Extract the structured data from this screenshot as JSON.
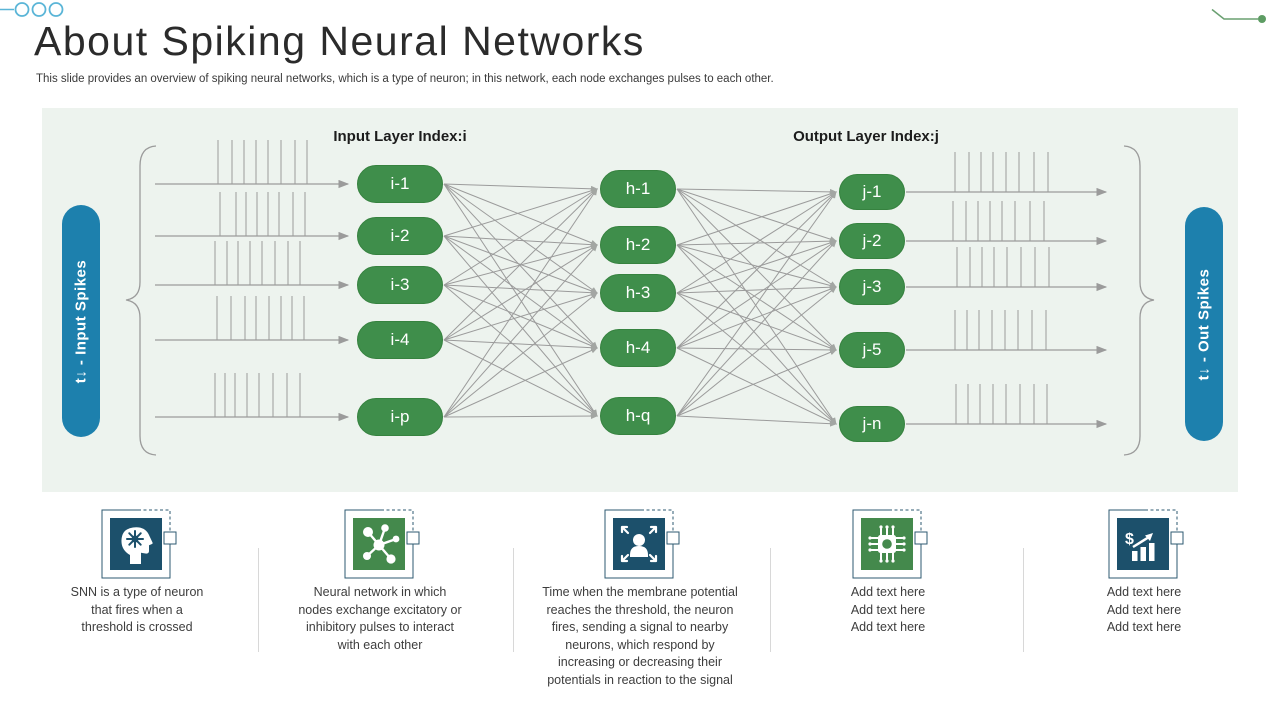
{
  "slide": {
    "title": "About Spiking Neural Networks",
    "subtitle": "This slide provides an overview of spiking neural networks, which is a type of neuron; in this network, each node exchanges pulses to each other."
  },
  "diagram": {
    "input_header": "Input Layer Index:i",
    "output_header": "Output Layer Index:j",
    "left_label": "t↓ - Input Spikes",
    "right_label": "t↓ - Out Spikes",
    "input_nodes": [
      "i-1",
      "i-2",
      "i-3",
      "i-4",
      "i-p"
    ],
    "hidden_nodes": [
      "h-1",
      "h-2",
      "h-3",
      "h-4",
      "h-q"
    ],
    "output_nodes": [
      "j-1",
      "j-2",
      "j-3",
      "j-5",
      "j-n"
    ],
    "input_spikes": [
      [
        218,
        232,
        244,
        256,
        268,
        281,
        295,
        307
      ],
      [
        220,
        236,
        246,
        257,
        268,
        279,
        293,
        305
      ],
      [
        215,
        227,
        238,
        250,
        262,
        275,
        288,
        300
      ],
      [
        217,
        231,
        245,
        256,
        269,
        281,
        292,
        304
      ],
      [
        215,
        225,
        235,
        247,
        259,
        273,
        287,
        300
      ]
    ],
    "output_spikes": [
      [
        955,
        969,
        981,
        993,
        1006,
        1019,
        1034,
        1048
      ],
      [
        953,
        966,
        978,
        990,
        1002,
        1015,
        1030,
        1044
      ],
      [
        957,
        970,
        982,
        994,
        1007,
        1021,
        1035,
        1049
      ],
      [
        955,
        967,
        979,
        992,
        1005,
        1018,
        1032,
        1046
      ],
      [
        956,
        968,
        980,
        993,
        1006,
        1020,
        1034,
        1047
      ]
    ],
    "colors": {
      "node_green": "#3f8e4b",
      "label_blue": "#1d80ad",
      "panel_bg": "#edf3ee",
      "line_gray": "#9b9b9b",
      "icon_blue": "#1c506b",
      "icon_green": "#44894c",
      "accent_teal": "#5ab5d7",
      "accent_green": "#5d9c63",
      "frame_outline": "#2e5a70"
    }
  },
  "cards": [
    {
      "icon": "head-gear-icon",
      "color": "blue",
      "placeholder": false,
      "text": "SNN is a type of neuron\nthat fires when a\nthreshold is crossed"
    },
    {
      "icon": "molecule-icon",
      "color": "green",
      "placeholder": false,
      "text": "Neural network in which\nnodes exchange excitatory or\ninhibitory pulses to interact\nwith each other"
    },
    {
      "icon": "person-expand-icon",
      "color": "blue",
      "placeholder": false,
      "text": "Time when the membrane potential\nreaches the threshold, the neuron\nfires, sending a signal to nearby\nneurons, which respond by\nincreasing or decreasing their\npotentials in reaction to the signal"
    },
    {
      "icon": "chip-icon",
      "color": "green",
      "placeholder": true,
      "text": "Add text here\nAdd text here\nAdd text here"
    },
    {
      "icon": "dollar-chart-icon",
      "color": "blue",
      "placeholder": true,
      "text": "Add text here\nAdd text here\nAdd text here"
    }
  ]
}
